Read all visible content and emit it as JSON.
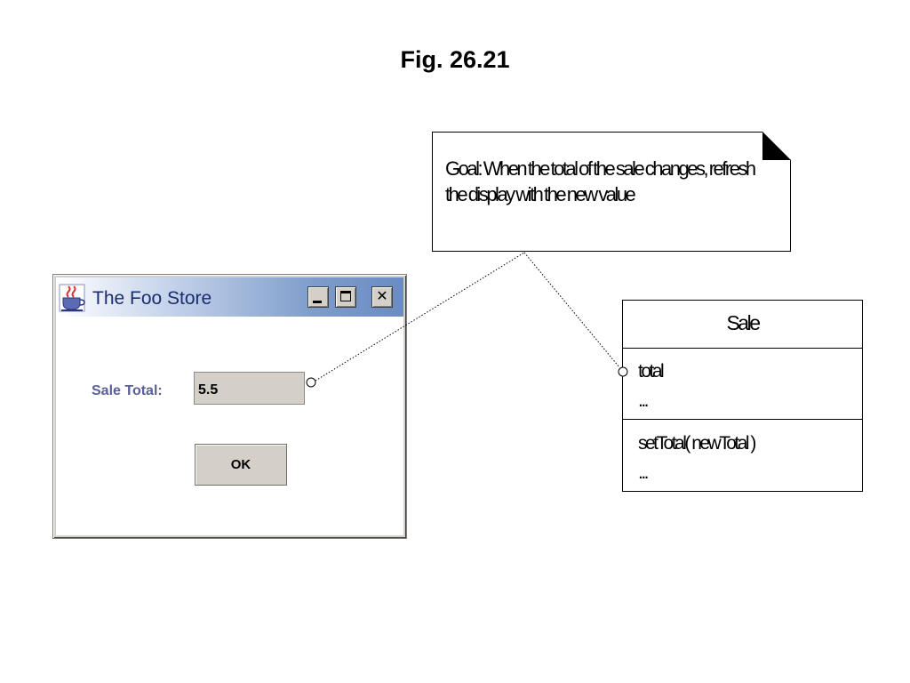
{
  "figure": {
    "title": "Fig. 26.21"
  },
  "window": {
    "title": "The Foo Store",
    "icon": "java-cup-icon",
    "controls": {
      "minimize": "_",
      "maximize": "☐",
      "close": "✕"
    },
    "sale_label": "Sale Total:",
    "sale_value": "5.5",
    "ok_label": "OK"
  },
  "note": {
    "text": "Goal: When the total of the sale changes, refresh the display with the new value"
  },
  "uml_class": {
    "name": "Sale",
    "attributes": [
      "total",
      "..."
    ],
    "operations": [
      "setTotal( newTotal )",
      "..."
    ]
  },
  "colors": {
    "window_bg": "#d4d0c8",
    "titlebar_end": "#6a8cc2",
    "label_color": "#5a5e99"
  }
}
